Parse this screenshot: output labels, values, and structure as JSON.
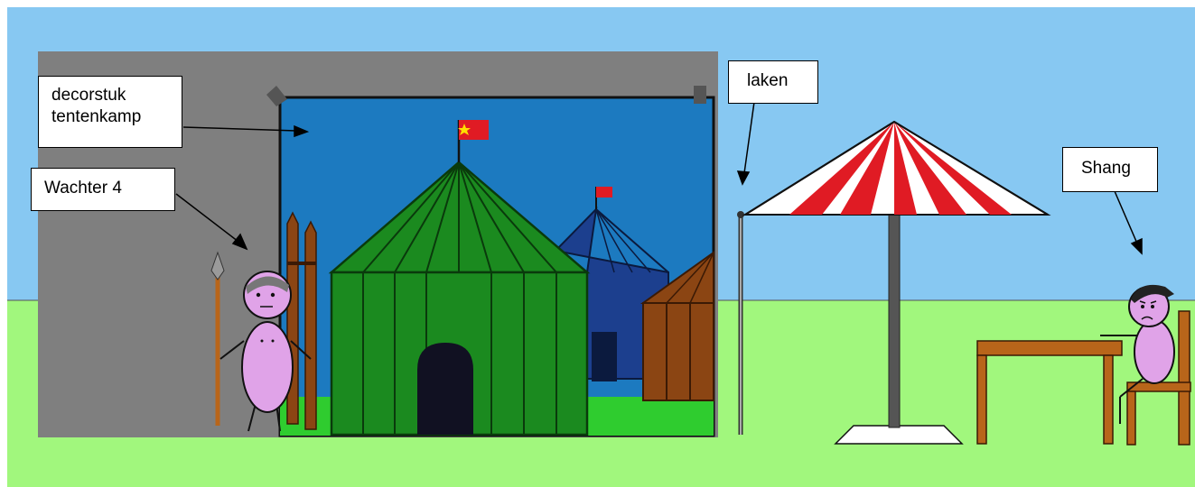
{
  "labels": {
    "decor_line1": "decorstuk",
    "decor_line2": "tentenkamp",
    "guard": "Wachter 4",
    "sheet": "laken",
    "character": "Shang"
  },
  "colors": {
    "sky": "#87c8f2",
    "grass": "#a1f77d",
    "decor_wall": "#7f7f7f",
    "backdrop_sky": "#1c7ac0",
    "tent_green": "#1b8a1f",
    "tent_blue": "#1c3f8e",
    "tent_brown": "#8b4513",
    "umbrella_red": "#e01b24",
    "skin": "#e0a3e8",
    "table": "#b8651a"
  },
  "icons": [
    "chinese-flag-icon",
    "spear-icon"
  ]
}
